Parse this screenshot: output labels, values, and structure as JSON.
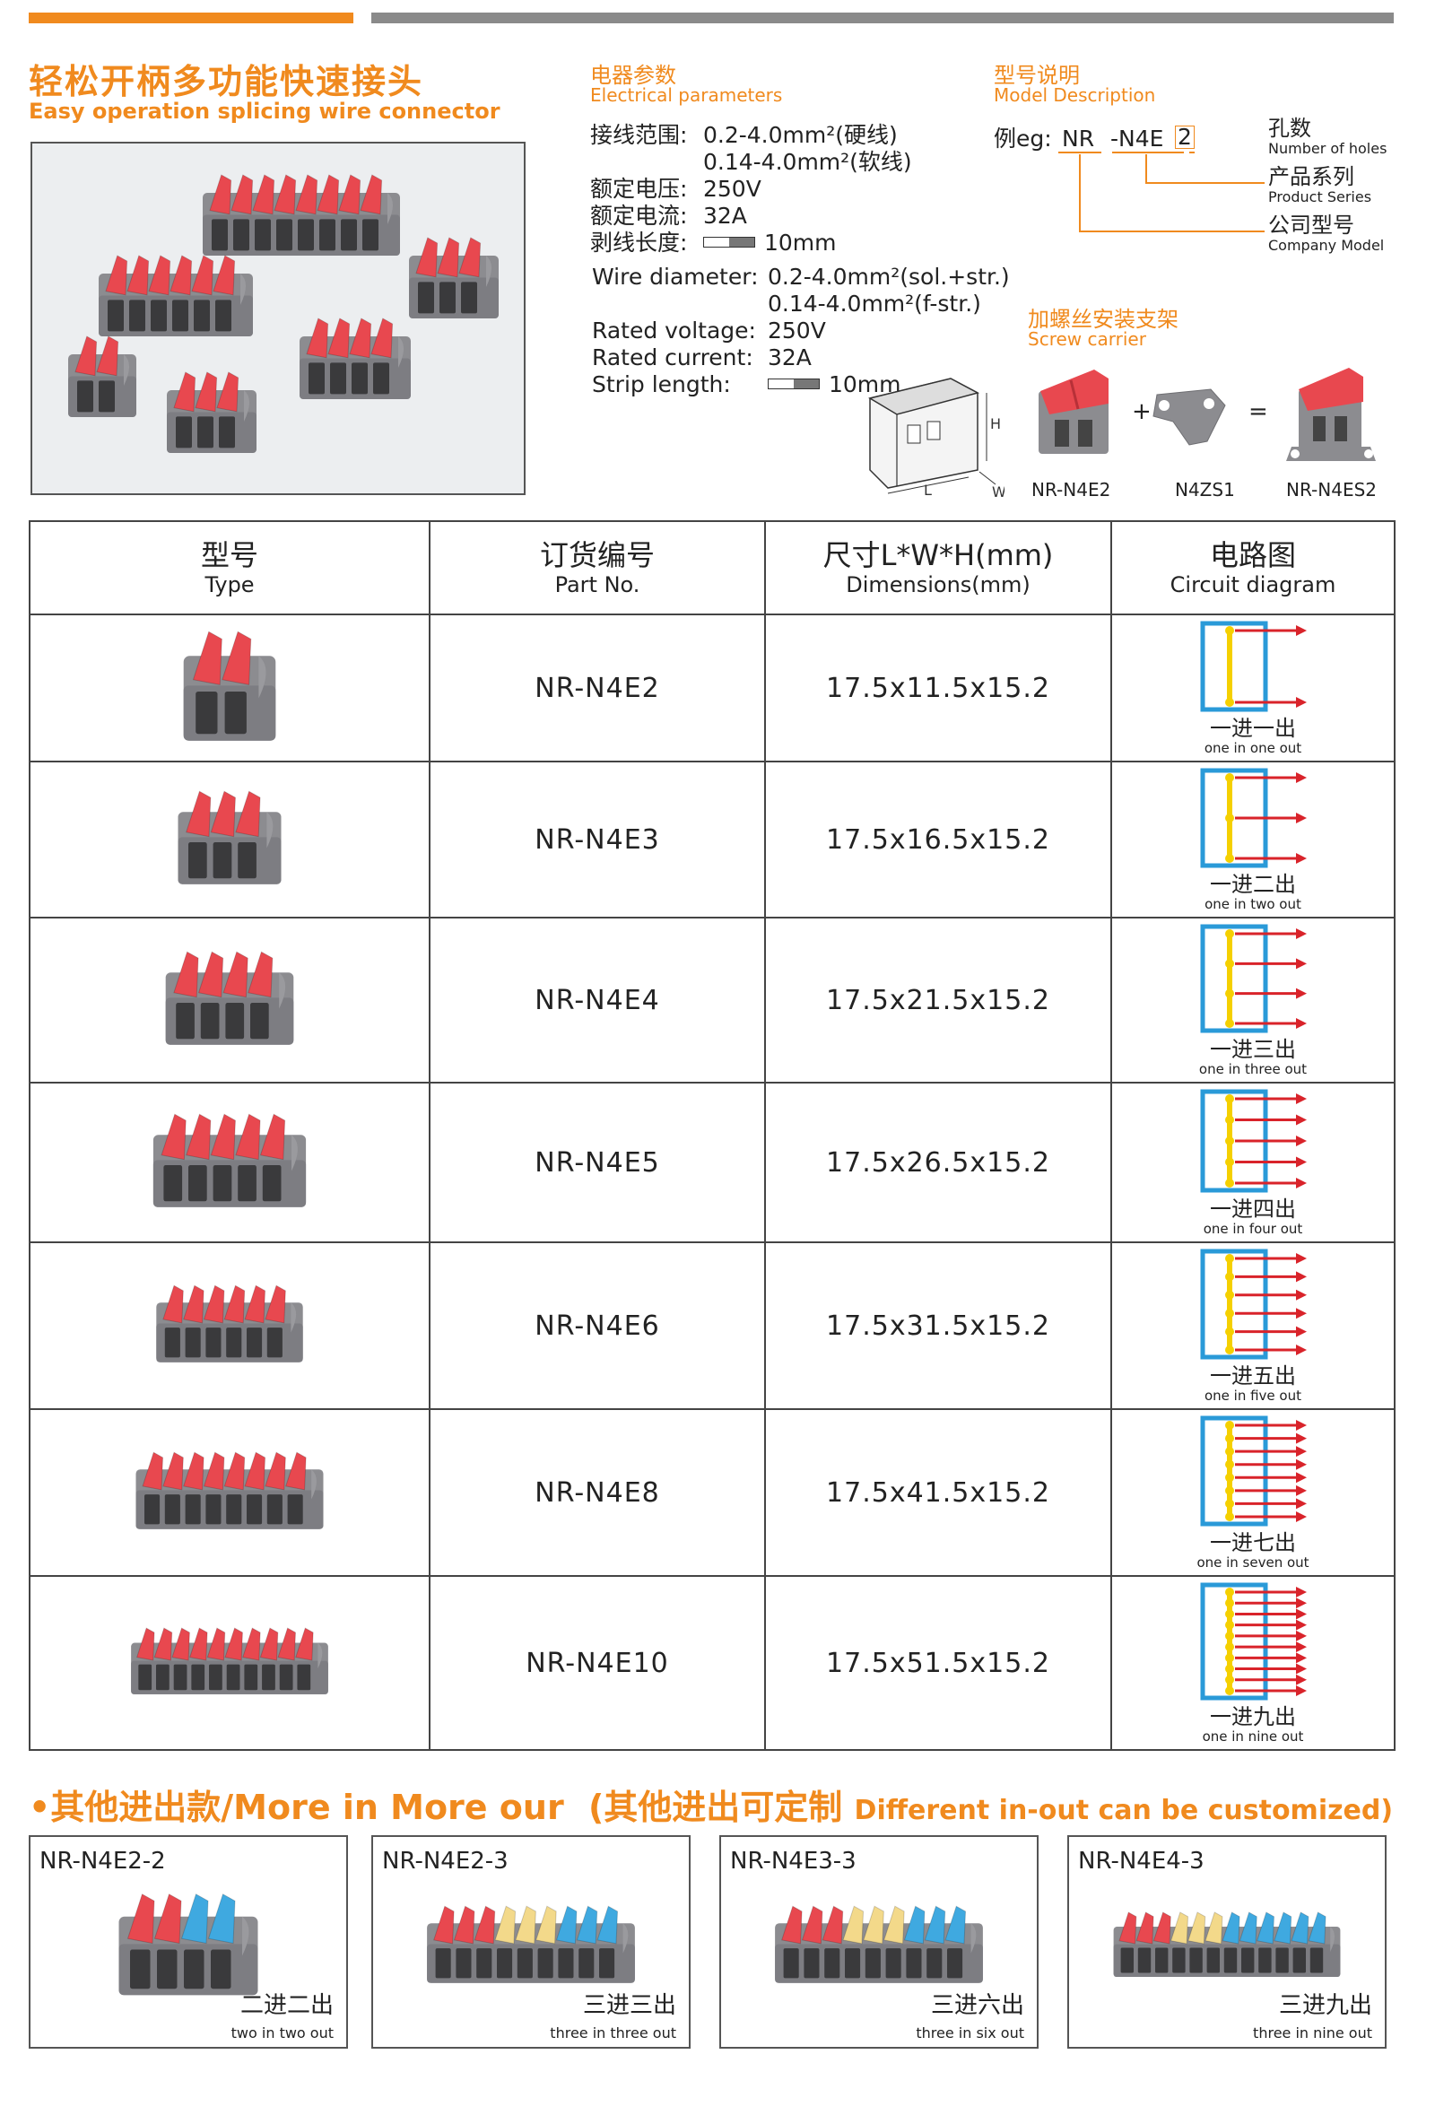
{
  "header": {
    "title_cn": "轻松开柄多功能快速接头",
    "title_en": "Easy operation splicing wire connector"
  },
  "electrical": {
    "title_cn": "电器参数",
    "title_en": "Electrical parameters",
    "lines_cn": [
      {
        "label": "接线范围:",
        "value": "0.2-4.0mm²(硬线)"
      },
      {
        "label": "",
        "value": "0.14-4.0mm²(软线)"
      },
      {
        "label": "额定电压:",
        "value": "250V"
      },
      {
        "label": "额定电流:",
        "value": "32A"
      },
      {
        "label": "剥线长度:",
        "value": "10mm"
      }
    ],
    "lines_en": [
      {
        "label": "Wire diameter:",
        "value": "0.2-4.0mm²(sol.+str.)"
      },
      {
        "label": "",
        "value": "0.14-4.0mm²(f-str.)"
      },
      {
        "label": "Rated voltage:",
        "value": "250V"
      },
      {
        "label": "Rated current:",
        "value": "32A"
      },
      {
        "label": "Strip length:",
        "value": "10mm"
      }
    ],
    "dim_labels": {
      "h": "H",
      "l": "L",
      "w": "W"
    }
  },
  "model": {
    "title_cn": "型号说明",
    "title_en": "Model Description",
    "example_label": "例eg:",
    "parts": [
      "NR",
      "-N4E",
      "2"
    ],
    "legend": [
      {
        "cn": "孔数",
        "en": "Number of holes"
      },
      {
        "cn": "产品系列",
        "en": "Product Series"
      },
      {
        "cn": "公司型号",
        "en": "Company Model"
      }
    ]
  },
  "screw": {
    "title_cn": "加螺丝安装支架",
    "title_en": "Screw carrier",
    "plus": "+",
    "equals": "=",
    "items": [
      "NR-N4E2",
      "N4ZS1",
      "NR-N4ES2"
    ]
  },
  "table": {
    "headers": [
      {
        "cn": "型号",
        "en": "Type"
      },
      {
        "cn": "订货编号",
        "en": "Part No."
      },
      {
        "cn": "尺寸L*W*H(mm)",
        "en": "Dimensions(mm)"
      },
      {
        "cn": "电路图",
        "en": "Circuit diagram"
      }
    ],
    "rows": [
      {
        "part": "NR-N4E2",
        "dims": "17.5x11.5x15.2",
        "outs": 1,
        "circuit_cn": "一进一出",
        "circuit_en": "one in one out"
      },
      {
        "part": "NR-N4E3",
        "dims": "17.5x16.5x15.2",
        "outs": 2,
        "circuit_cn": "一进二出",
        "circuit_en": "one in two out"
      },
      {
        "part": "NR-N4E4",
        "dims": "17.5x21.5x15.2",
        "outs": 3,
        "circuit_cn": "一进三出",
        "circuit_en": "one in three out"
      },
      {
        "part": "NR-N4E5",
        "dims": "17.5x26.5x15.2",
        "outs": 4,
        "circuit_cn": "一进四出",
        "circuit_en": "one in four out"
      },
      {
        "part": "NR-N4E6",
        "dims": "17.5x31.5x15.2",
        "outs": 5,
        "circuit_cn": "一进五出",
        "circuit_en": "one in five out"
      },
      {
        "part": "NR-N4E8",
        "dims": "17.5x41.5x15.2",
        "outs": 7,
        "circuit_cn": "一进七出",
        "circuit_en": "one in seven out"
      },
      {
        "part": "NR-N4E10",
        "dims": "17.5x51.5x15.2",
        "outs": 9,
        "circuit_cn": "一进九出",
        "circuit_en": "one in nine out"
      }
    ]
  },
  "more": {
    "title_a": "•其他进出款/More in More our",
    "title_b": "(其他进出可定制",
    "title_c": "Different in-out can be customized)",
    "variants": [
      {
        "part": "NR-N4E2-2",
        "cn": "二进二出",
        "en": "two in two out",
        "levers": [
          "#e8484f",
          "#e8484f",
          "#3fa9e0",
          "#3fa9e0"
        ]
      },
      {
        "part": "NR-N4E2-3",
        "cn": "三进三出",
        "en": "three in three out",
        "levers": [
          "#e8484f",
          "#e8484f",
          "#e8484f",
          "#f3d98a",
          "#f3d98a",
          "#f3d98a",
          "#3fa9e0",
          "#3fa9e0",
          "#3fa9e0"
        ]
      },
      {
        "part": "NR-N4E3-3",
        "cn": "三进六出",
        "en": "three in six out",
        "levers": [
          "#e8484f",
          "#e8484f",
          "#e8484f",
          "#f3d98a",
          "#f3d98a",
          "#f3d98a",
          "#3fa9e0",
          "#3fa9e0",
          "#3fa9e0"
        ]
      },
      {
        "part": "NR-N4E4-3",
        "cn": "三进九出",
        "en": "three in nine out",
        "levers": [
          "#e8484f",
          "#e8484f",
          "#e8484f",
          "#f3d98a",
          "#f3d98a",
          "#f3d98a",
          "#3fa9e0",
          "#3fa9e0",
          "#3fa9e0",
          "#3fa9e0",
          "#3fa9e0",
          "#3fa9e0"
        ]
      }
    ]
  },
  "colors": {
    "accent": "#f08a1e",
    "body_gray": "#8c8c90",
    "lever_red": "#e8484f",
    "circuit_blue": "#2a9ad8",
    "circuit_yellow": "#f5d000",
    "circuit_red": "#d9232a"
  }
}
